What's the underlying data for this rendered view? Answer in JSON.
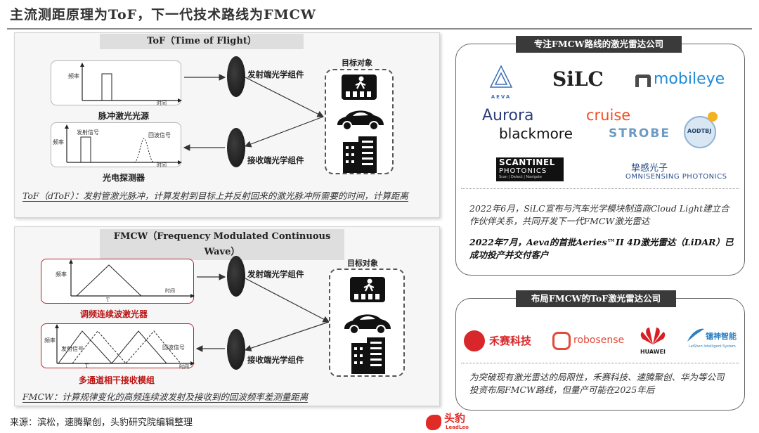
{
  "page_title": "主流测距原理为ToF，下一代技术路线为FMCW",
  "tof": {
    "header": "ToF（Time of Flight）",
    "pulse_box": {
      "y_label": "频率",
      "x_label": "时间",
      "caption": "脉冲激光光源"
    },
    "detector_box": {
      "y_label": "频率",
      "x_label": "时间",
      "emit_label": "发射信号",
      "echo_label": "回波信号",
      "caption": "光电探测器"
    },
    "emit_component": "发射端光学组件",
    "receive_component": "接收端光学组件",
    "target_label": "目标对象",
    "note": "ToF（dToF）：发射管激光脉冲，计算发射到目标上并反射回来的激光脉冲所需要的时间，计算距离"
  },
  "fmcw": {
    "header": "FMCW（Frequency Modulated Continuous Wave）",
    "laser_box": {
      "y_label": "频率",
      "x_label": "时间",
      "period_label": "T",
      "caption": "调频连续波激光器"
    },
    "receiver_box": {
      "y_label": "频率",
      "x_label": "时间",
      "period_label": "T",
      "emit_label": "发射信号",
      "echo_label": "回波信号",
      "caption": "多通道相干接收模组"
    },
    "emit_component": "发射端光学组件",
    "receive_component": "接收端光学组件",
    "target_label": "目标对象",
    "note": "FMCW：计算规律变化的高频连续波发射及接收到的回波频率差测量距离"
  },
  "fmcw_companies": {
    "header": "专注FMCW路线的激光雷达公司",
    "logos": {
      "aeva": "AEVA",
      "silc": "SiLC",
      "mobileye": "mobileye",
      "aurora": "Aurora",
      "cruise": "cruise",
      "aodtbj": "AODTBJ",
      "blackmore": "blackmore",
      "strobe": "STROBE",
      "scantinel_1": "SCANTINEL",
      "scantinel_2": "PHOTONICS",
      "scantinel_3": "Scan | Detect | Navigate",
      "omni_1": "挚感光子",
      "omni_2": "OMNISENSING PHOTONICS"
    },
    "news_1": "2022年6月，SiLC宣布与汽车光学模块制造商Cloud Light建立合作伙伴关系，共同开发下一代FMCW激光雷达",
    "news_2": "2022年7月，Aeva的首批Aeries™II 4D激光雷达（LiDAR）已成功投产并交付客户"
  },
  "tof_companies": {
    "header": "布局FMCW的ToF激光雷达公司",
    "logos": {
      "hesai": "禾赛科技",
      "robosense": "robosense",
      "huawei": "HUAWEI",
      "leishen_1": "镭神智能",
      "leishen_2": "LeiShen Intelligent System"
    },
    "note": "为突破现有激光雷达的局限性，禾赛科技、速腾聚创、华为等公司投资布局FMCW路线，但量产可能在2025年后"
  },
  "source": "来源：滨松，速腾聚创，头豹研究院编辑整理",
  "brand": {
    "name": "头豹",
    "sub": "LeadLeo"
  },
  "colors": {
    "accent_red": "#b22222",
    "dark_header": "#3a3a3a",
    "cruise_orange": "#f04e23",
    "mobileye_blue": "#1f8bd6"
  }
}
